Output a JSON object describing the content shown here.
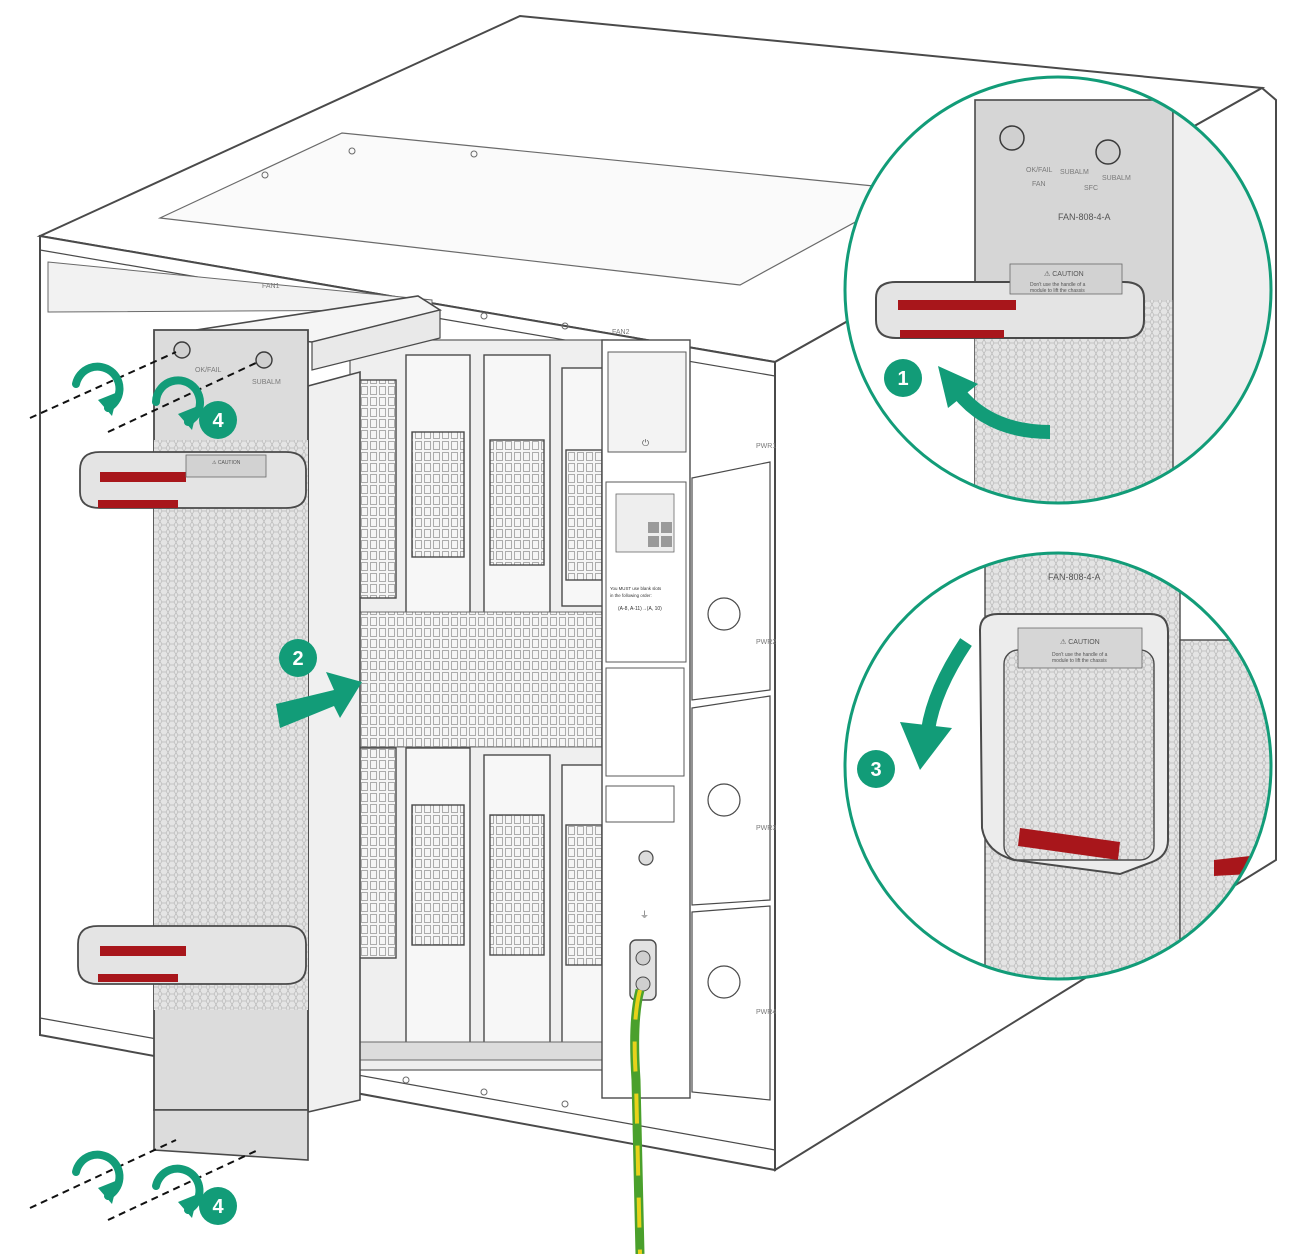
{
  "colors": {
    "accent_green": "#129c78",
    "handle_red": "#a8161b",
    "outline": "#4a4a4a",
    "panel_gray": "#d9d9d9",
    "dark_mesh": "#bdbdbd",
    "ground_green": "#4aa02c",
    "ground_yellow": "#e8d21a"
  },
  "chassis_labels": {
    "fan1": "FAN1",
    "fan2": "FAN2",
    "pwr1": "PWR1",
    "pwr2": "PWR2",
    "pwr3": "PWR3",
    "pwr4": "PWR4",
    "ground_symbol": "⏚",
    "power_symbol": "⏻"
  },
  "module_labels": {
    "led_ok_fail": "OK/FAIL",
    "led_fan": "FAN",
    "led_sub1": "SUBALM",
    "led_sub2": "SUBALM",
    "led_sfc": "SFC",
    "model": "FAN-808-4-A",
    "caution_title": "⚠ CAUTION",
    "caution_text_1": "Don't use the handle of a",
    "caution_text_2": "module to lift the chassis"
  },
  "steps": [
    {
      "number": "1"
    },
    {
      "number": "2"
    },
    {
      "number": "3"
    },
    {
      "number": "4"
    },
    {
      "number": "4"
    }
  ],
  "slot_order": {
    "line1": "You MUST use blank slots",
    "line2": "in the following order:",
    "line3": "(A-8, A-11)→(A, 10)"
  }
}
